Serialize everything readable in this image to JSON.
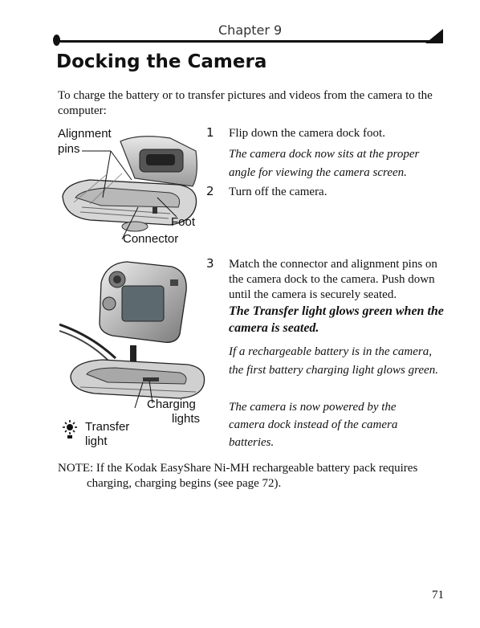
{
  "header": {
    "chapter": "Chapter 9"
  },
  "title": "Docking the Camera",
  "intro": "To charge the battery or to transfer pictures and videos from the camera to the computer:",
  "figure1": {
    "label_alignment": "Alignment",
    "label_pins": "pins",
    "label_foot": "Foot",
    "label_connector": "Connector"
  },
  "figure2": {
    "label_charging": "Charging",
    "label_lights": "lights",
    "label_transfer": "Transfer",
    "label_light": "light"
  },
  "steps": [
    {
      "number": "1",
      "text": "Flip down the camera dock foot.",
      "result": "The camera dock now sits at the proper angle for viewing the camera screen."
    },
    {
      "number": "2",
      "text": "Turn off the camera."
    },
    {
      "number": "3",
      "text": "Match the connector and alignment pins on the camera dock to the camera. Push down until the camera is securely seated.",
      "emphasis": "The Transfer light glows green when the camera is seated.",
      "note1": "If a rechargeable battery is in the camera, the first battery charging light glows green.",
      "note2": "The camera is now powered by the camera dock instead of the camera batteries."
    }
  ],
  "note": {
    "line1": "NOTE: If the Kodak EasyShare Ni-MH rechargeable battery pack requires",
    "line2": "charging, charging begins (see page 72)."
  },
  "page_number": "71"
}
